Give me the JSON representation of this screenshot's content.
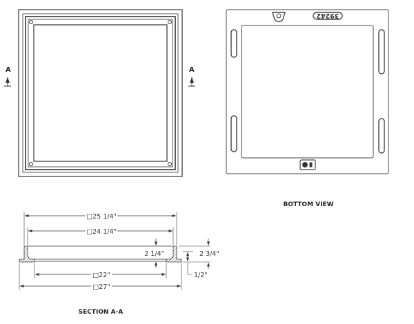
{
  "top_view": {
    "section_marker_left": "A",
    "section_marker_right": "A"
  },
  "bottom_view": {
    "title": "BOTTOM VIEW",
    "casting_number": "39242"
  },
  "section": {
    "title": "SECTION A-A",
    "dimensions": {
      "outer_top": "□25 1/4\"",
      "inner_top": "□24 1/4\"",
      "inner_bottom": "□22\"",
      "overall": "□27\"",
      "wall_height": "2 1/4\"",
      "total_height": "2 3/4\"",
      "flange_thickness": "1/2\""
    }
  },
  "colors": {
    "line": "#333333",
    "background": "#ffffff"
  }
}
